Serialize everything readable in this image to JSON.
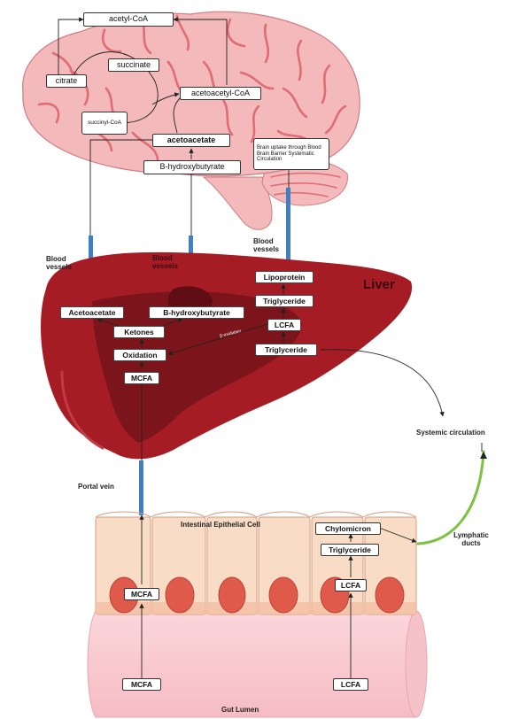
{
  "colors": {
    "brain_fill": "#f3b9bb",
    "brain_sulci": "#e06c74",
    "liver_fill": "#a51c24",
    "liver_dark": "#7c141b",
    "vessel_blue": "#3f7fc4",
    "lymph_green": "#7dc242",
    "cell_fill": "#f9dcc6",
    "nucleus": "#e05a4c",
    "lumen_fill": "#f8c9cf"
  },
  "brain": {
    "acetyl_coa": "acetyl-CoA",
    "citrate": "citrate",
    "succinate": "succinate",
    "acetoacetyl_coa": "acetoacetyl-CoA",
    "succinyl_coa": "succinyl-CoA",
    "acetoacetate": "acetoacetate",
    "b_hydroxybutyrate": "B-hydroxybutyrate",
    "uptake_note": "Brain uptake through Blood Brain Barrier Systematic Circulation"
  },
  "labels": {
    "blood_vessels_left": "Blood vessels",
    "blood_vessels_mid": "Blood vessels",
    "blood_vessels_right": "Blood vessels",
    "liver": "Liver",
    "portal_vein": "Portal vein",
    "systemic_circulation": "Systemic circulation",
    "lymphatic_ducts": "Lymphatic ducts",
    "intestinal_cell": "Intestinal Epithelial Cell",
    "gut_lumen": "Gut Lumen",
    "beta_oxidation": "β-oxidation"
  },
  "liver": {
    "acetoacetate": "Acetoacetate",
    "b_hydroxybutyrate": "B-hydroxybutyrate",
    "ketones": "Ketones",
    "oxidation": "Oxidation",
    "mcfa": "MCFA",
    "lipoprotein": "Lipoprotein",
    "triglyceride_top": "Triglyceride",
    "lcfa": "LCFA",
    "triglyceride_bottom": "Triglyceride"
  },
  "gut": {
    "mcfa_cell": "MCFA",
    "chylomicron": "Chylomicron",
    "triglyceride": "Triglyceride",
    "lcfa_cell": "LCFA",
    "mcfa_lumen": "MCFA",
    "lcfa_lumen": "LCFA"
  }
}
